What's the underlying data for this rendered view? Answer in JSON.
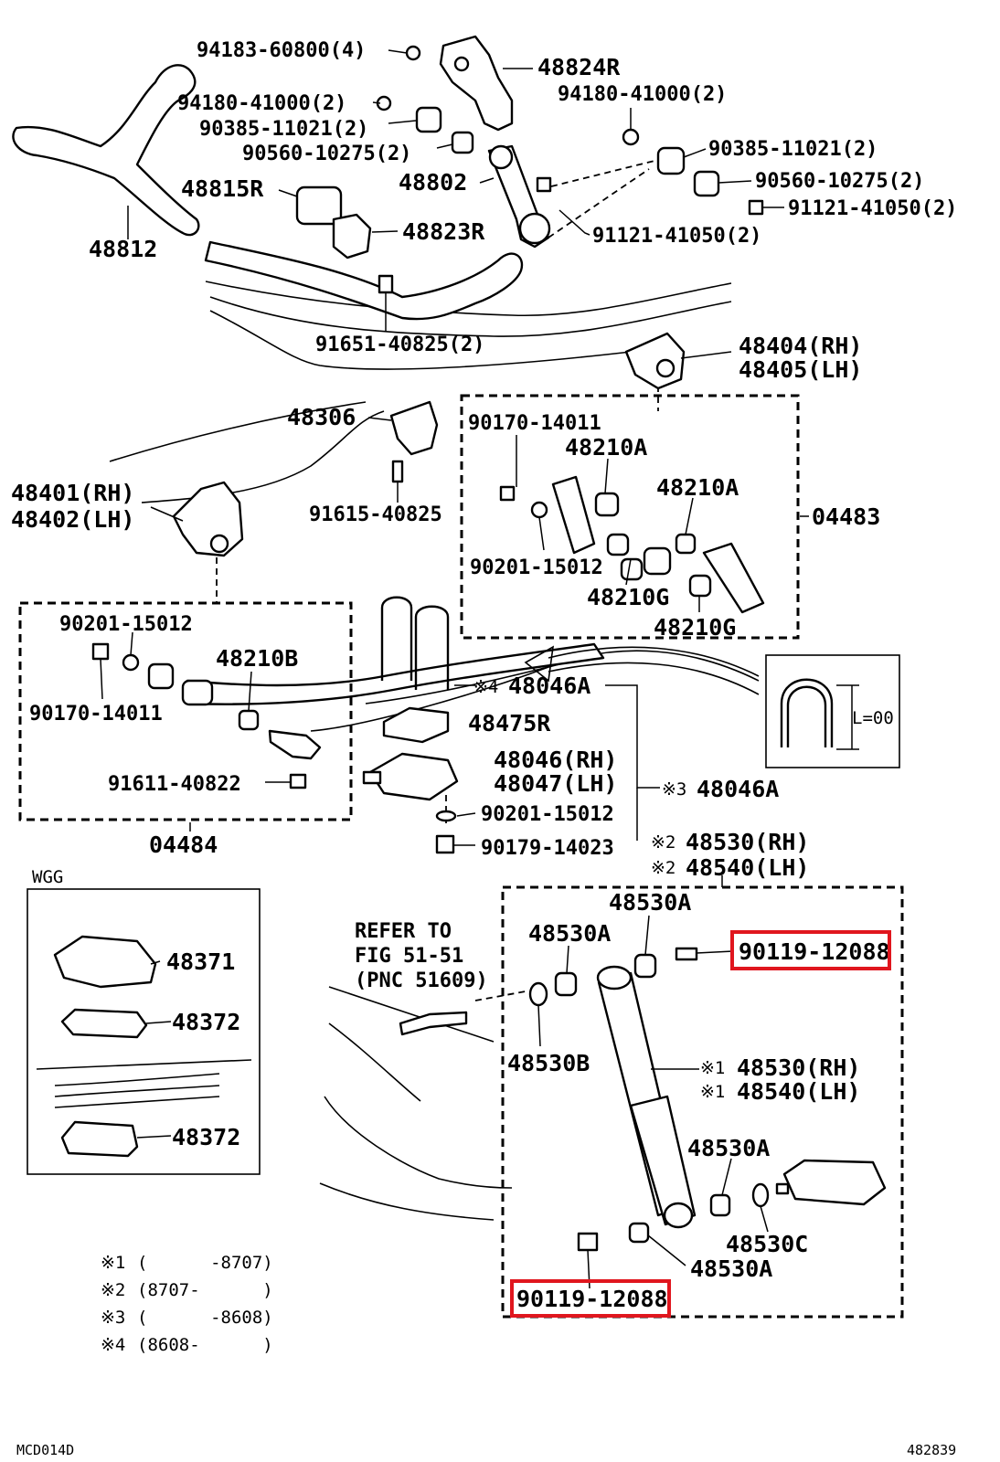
{
  "labels": {
    "l94183": "94183-60800(4)",
    "l48824R": "48824R",
    "l94180a": "94180-41000(2)",
    "l94180b": "94180-41000(2)",
    "l90385a": "90385-11021(2)",
    "l90385b": "90385-11021(2)",
    "l90560a": "90560-10275(2)",
    "l90560b": "90560-10275(2)",
    "l91121a": "91121-41050(2)",
    "l91121b": "91121-41050(2)",
    "l48815R": "48815R",
    "l48802": "48802",
    "l48812": "48812",
    "l48823R": "48823R",
    "l91651": "91651-40825(2)",
    "l48404": "48404(RH)",
    "l48405": "48405(LH)",
    "l48306": "48306",
    "l90170a": "90170-14011",
    "l48210A_1": "48210A",
    "l48210A_2": "48210A",
    "l04483": "04483",
    "l48401": "48401(RH)",
    "l48402": "48402(LH)",
    "l91615": "91615-40825",
    "l90201a": "90201-15012",
    "l48210G_1": "48210G",
    "l48210G_2": "48210G",
    "l90201b": "90201-15012",
    "l48210B": "48210B",
    "l90170b": "90170-14011",
    "l48046A_4": "48046A",
    "l48475R": "48475R",
    "l91611": "91611-40822",
    "l48046": "48046(RH)",
    "l48047": "48047(LH)",
    "l48046A_3": "48046A",
    "l90201c": "90201-15012",
    "l90179": "90179-14023",
    "l04484": "04484",
    "l48530RH_2": "48530(RH)",
    "l48540LH_2": "48540(LH)",
    "lWGG": "WGG",
    "l48530A_top": "48530A",
    "l48530A_left": "48530A",
    "l90119_top": "90119-12088",
    "l48371": "48371",
    "lRefer1": "REFER TO",
    "lRefer2": "FIG 51-51",
    "lRefer3": "(PNC 51609)",
    "l48372a": "48372",
    "l48530B": "48530B",
    "l48530RH_1": "48530(RH)",
    "l48540LH_1": "48540(LH)",
    "l48372b": "48372",
    "l48530A_mid": "48530A",
    "l48530C": "48530C",
    "l48530A_bot": "48530A",
    "l90119_bot": "90119-12088",
    "lUbolt": "L=00"
  },
  "marks": {
    "m1": "※1",
    "m2": "※2",
    "m3": "※3",
    "m4": "※4"
  },
  "legend": [
    {
      "mark": "※1",
      "range": "(      -8707)"
    },
    {
      "mark": "※2",
      "range": "(8707-      )"
    },
    {
      "mark": "※3",
      "range": "(      -8608)"
    },
    {
      "mark": "※4",
      "range": "(8608-      )"
    }
  ],
  "footer": {
    "left_code": "MCD014D",
    "right_code": "482839"
  },
  "colors": {
    "highlight": "#e0161e",
    "ink": "#000000",
    "paper": "#ffffff"
  }
}
